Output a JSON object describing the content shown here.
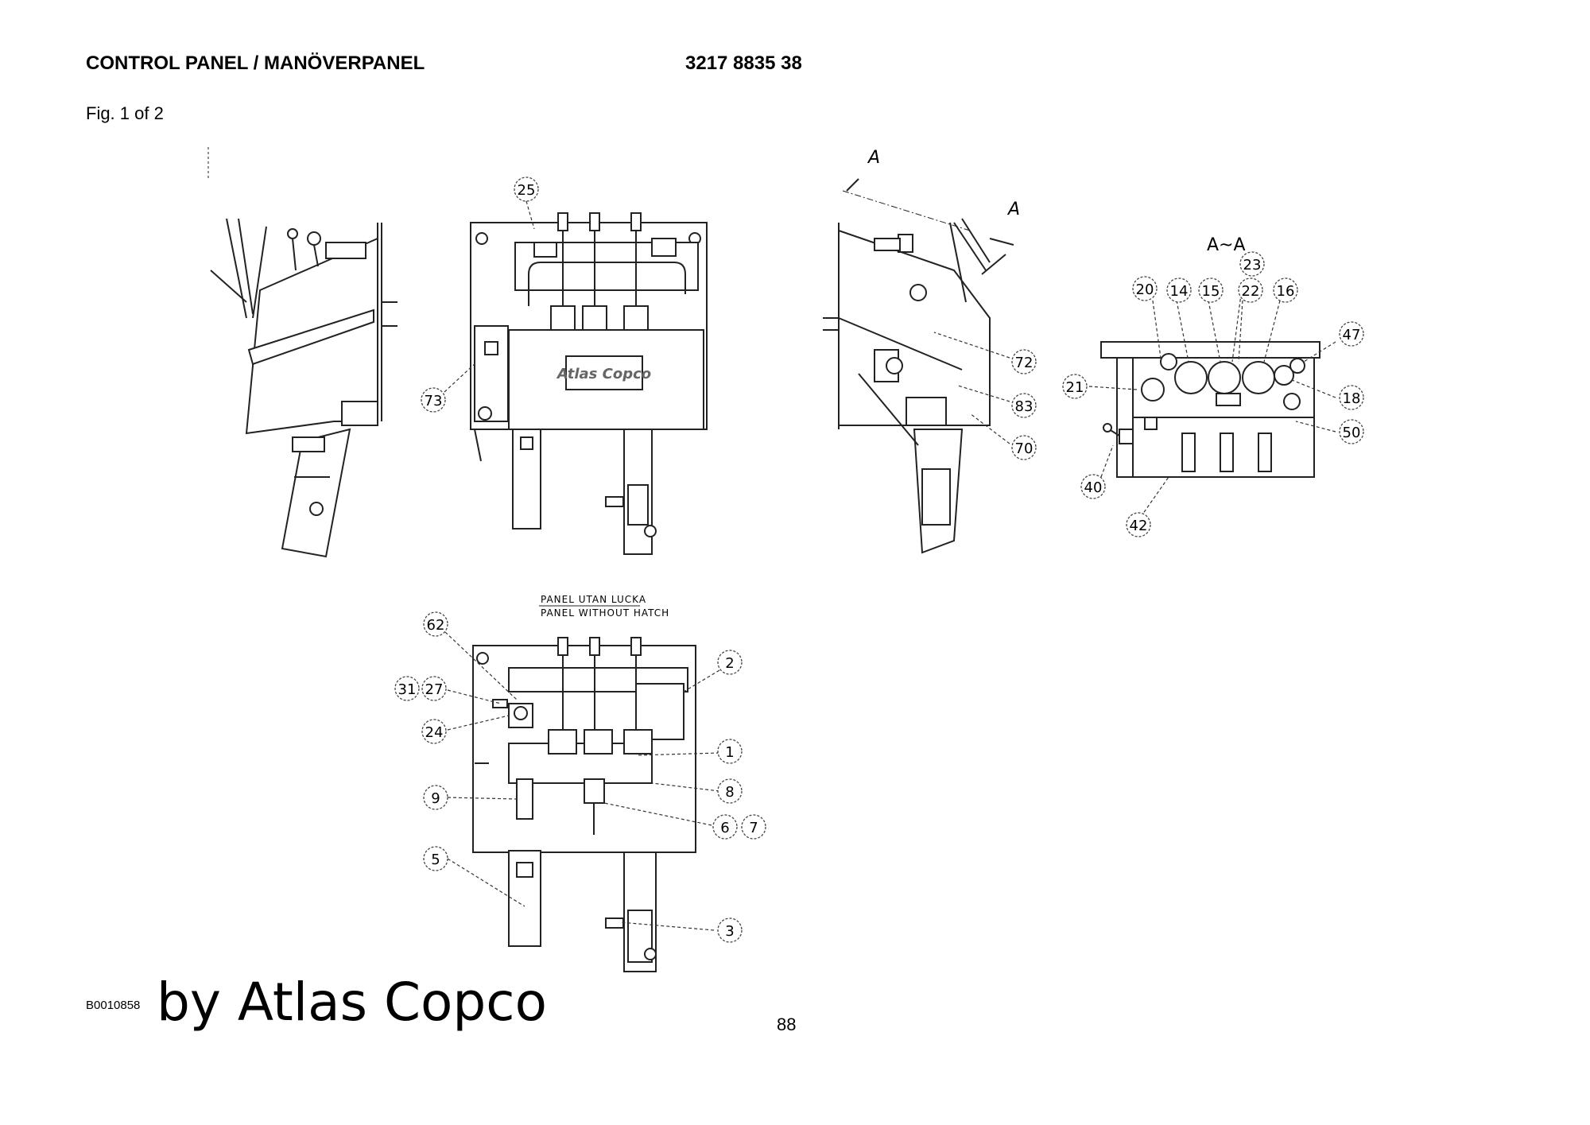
{
  "header": {
    "title": "CONTROL PANEL / MANÖVERPANEL",
    "part_number": "3217 8835 38"
  },
  "figure_label": "Fig. 1 of 2",
  "drawing": {
    "section_markers": {
      "a1": "A",
      "a2": "A",
      "section": "A~A"
    },
    "front_view_callouts": {
      "c25": "25",
      "c73": "73"
    },
    "side_view_callouts": {
      "c72": "72",
      "c83": "83",
      "c70": "70"
    },
    "section_callouts": {
      "c23": "23",
      "c20": "20",
      "c14": "14",
      "c15": "15",
      "c22": "22",
      "c16": "16",
      "c47": "47",
      "c21": "21",
      "c18": "18",
      "c50": "50",
      "c40": "40",
      "c42": "42"
    },
    "lower_view_note": {
      "line1": "PANEL UTAN LUCKA",
      "line2": "PANEL WITHOUT HATCH"
    },
    "lower_view_callouts": {
      "c62": "62",
      "c31": "31",
      "c27": "27",
      "c24": "24",
      "c2": "2",
      "c1": "1",
      "c8": "8",
      "c9": "9",
      "c6": "6",
      "c7": "7",
      "c5": "5",
      "c3": "3"
    },
    "logo_text": "Atlas Copco"
  },
  "footer": {
    "drawing_code": "B0010858",
    "brand": "by Atlas Copco",
    "page_number": "88"
  }
}
